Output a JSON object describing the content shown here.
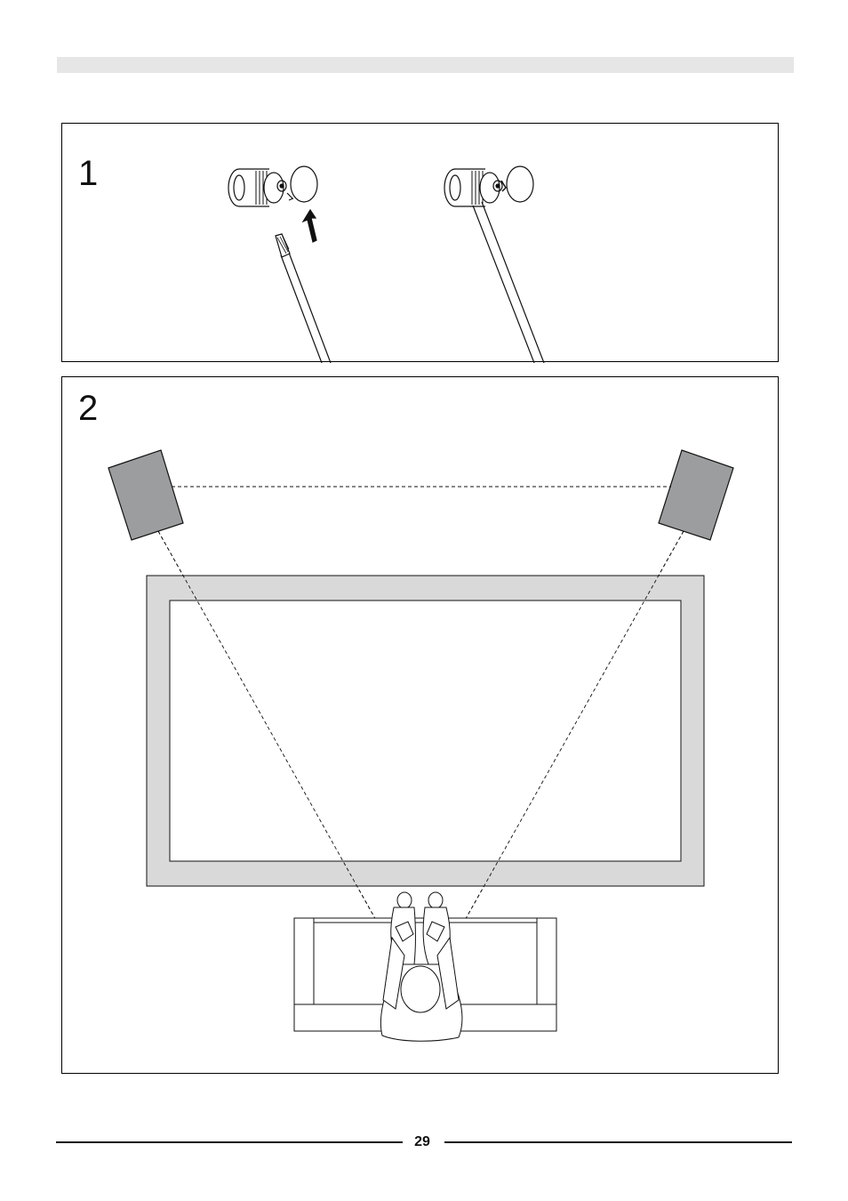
{
  "page": {
    "number": "29"
  },
  "panels": [
    {
      "number": "1",
      "illustration": "speaker-wire-terminal-connection"
    },
    {
      "number": "2",
      "illustration": "speaker-placement-listening-position"
    }
  ],
  "colors": {
    "header_band": "#e6e6e6",
    "speaker_fill": "#9b9d9e",
    "screen_frame": "#d9d9d9",
    "line": "#111111"
  }
}
